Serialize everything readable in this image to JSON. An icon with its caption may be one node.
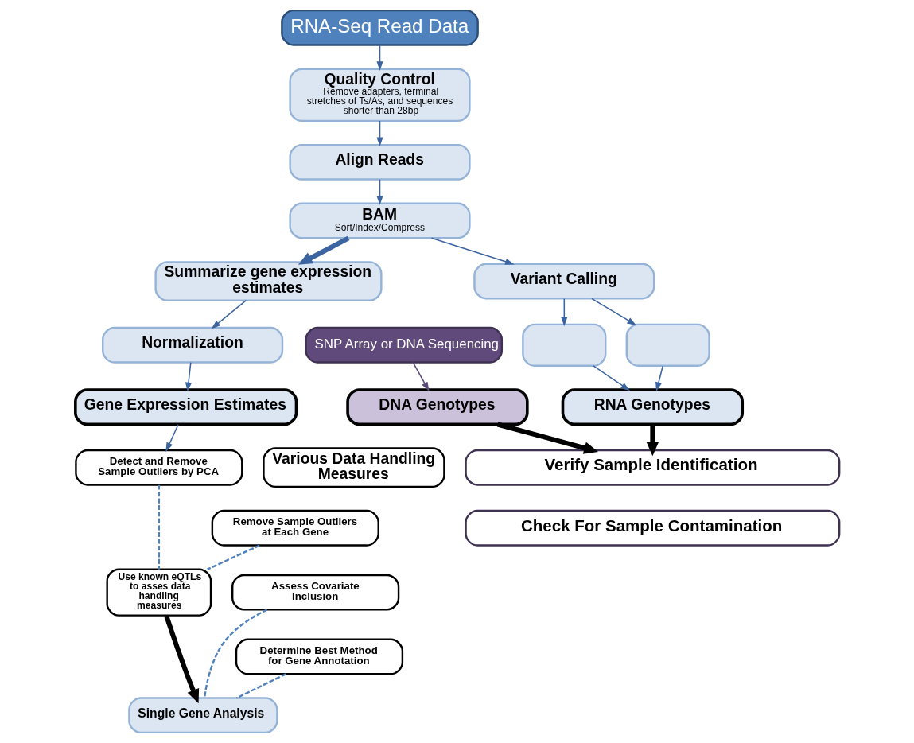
{
  "diagram": {
    "nodes": [
      {
        "text": [
          "RNA-Seq Read Data"
        ]
      },
      {
        "text": [
          "Quality Control",
          "Remove adapters, terminal stretches of Ts/As, and sequences shorter than 28bp"
        ]
      },
      {
        "text": [
          "Align Reads"
        ]
      },
      {
        "text": [
          "BAM",
          "Sort/Index/Compress"
        ]
      },
      {
        "text": [
          "Variant Calling"
        ]
      },
      {
        "text": [],
        "shape": "box"
      },
      {
        "text": [],
        "shape": "box"
      },
      {
        "text": [
          "SNP Array or DNA Sequencing"
        ]
      },
      {
        "text": [
          "DNA Genotypes"
        ]
      },
      {
        "text": [
          "RNA Genotypes"
        ]
      },
      {
        "text": [
          "Verify Sample Identification"
        ]
      },
      {
        "text": [
          "Check For Sample Contamination"
        ]
      },
      {
        "text": [
          "Summarize gene expression estimates"
        ]
      },
      {
        "text": [
          "Normalization"
        ]
      },
      {
        "text": [
          "Gene Expression Estimates"
        ]
      },
      {
        "text": [
          "Various Data Handling Measures"
        ]
      },
      {
        "text": [
          "Detect and Remove Sample Outliers by PCA"
        ]
      },
      {
        "text": [
          "Remove Sample Outliers at Each Gene"
        ]
      },
      {
        "text": [
          "Assess Covariate Inclusion"
        ]
      },
      {
        "text": [
          "Determine Best Method for Gene Annotation"
        ]
      },
      {
        "text": [
          "Use known eQTLs to asses data handling measures"
        ]
      },
      {
        "text": [
          "Single Gene Analysis"
        ]
      }
    ],
    "edges": [
      {
        "from": 0,
        "to": 1,
        "arrow": "to"
      },
      {
        "from": 1,
        "to": 2,
        "arrow": "to"
      },
      {
        "from": 2,
        "to": 3,
        "arrow": "to"
      },
      {
        "from": 3,
        "to": 4,
        "arrow": "to"
      },
      {
        "from": 4,
        "to": 5,
        "arrow": "to"
      },
      {
        "from": 4,
        "to": 6,
        "arrow": "to"
      },
      {
        "from": 3,
        "to": 12,
        "arrow": "to",
        "style": "thick"
      },
      {
        "from": 12,
        "to": 13,
        "arrow": "to"
      },
      {
        "from": 13,
        "to": 14,
        "arrow": "to"
      },
      {
        "from": 14,
        "to": 16,
        "arrow": "to"
      },
      {
        "from": 7,
        "to": 8,
        "arrow": "to",
        "color": "#5b4a7a"
      },
      {
        "from": 5,
        "to": 9,
        "arrow": "to"
      },
      {
        "from": 6,
        "to": 9,
        "arrow": "to"
      },
      {
        "from": 8,
        "to": 10,
        "arrow": "to",
        "style": "thick",
        "color": "#000000"
      },
      {
        "from": 9,
        "to": 10,
        "arrow": "to",
        "style": "thick",
        "color": "#000000"
      },
      {
        "from": 16,
        "to": 20,
        "arrow": "none",
        "style": "dashed",
        "color": "#4f81bd"
      },
      {
        "from": 17,
        "to": 20,
        "arrow": "none",
        "style": "dashed",
        "color": "#4f81bd"
      },
      {
        "from": 18,
        "to": 21,
        "arrow": "none",
        "style": "dashed",
        "color": "#4f81bd"
      },
      {
        "from": 19,
        "to": 21,
        "arrow": "none",
        "style": "dashed",
        "color": "#4f81bd"
      },
      {
        "from": 20,
        "to": 21,
        "arrow": "to",
        "style": "thick",
        "color": "#000000"
      }
    ]
  }
}
